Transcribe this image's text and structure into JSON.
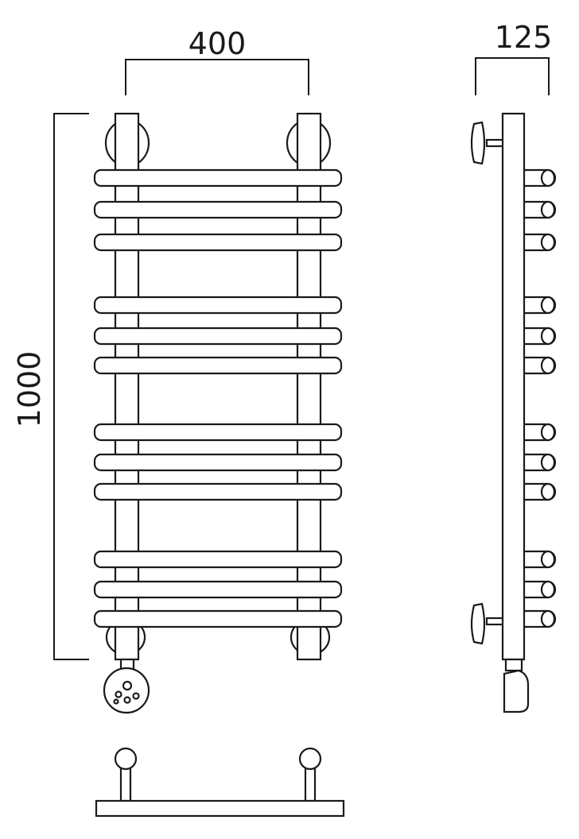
{
  "dimensions": {
    "width": "400",
    "height": "1000",
    "depth": "125"
  },
  "views": [
    "front-view",
    "side-view",
    "top-view"
  ],
  "colors": {
    "stroke": "#1a1a1a",
    "fill": "#ffffff"
  }
}
